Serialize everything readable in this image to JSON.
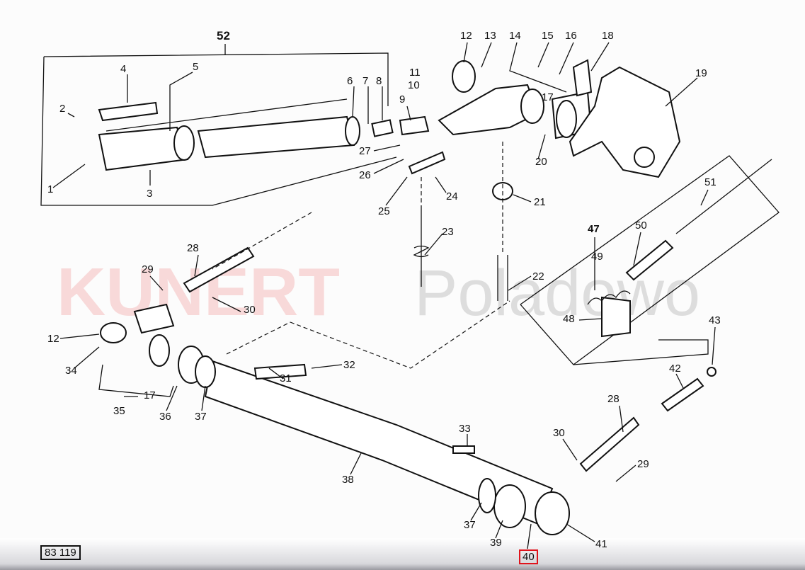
{
  "diagram": {
    "group_label": "52",
    "labels": [
      "1",
      "2",
      "3",
      "4",
      "5",
      "6",
      "7",
      "8",
      "9",
      "10",
      "11",
      "12",
      "13",
      "14",
      "15",
      "16",
      "17",
      "18",
      "19",
      "20",
      "21",
      "22",
      "23",
      "24",
      "25",
      "26",
      "27",
      "28",
      "29",
      "30",
      "12",
      "34",
      "31",
      "32",
      "17",
      "35",
      "36",
      "37",
      "33",
      "38",
      "28",
      "30",
      "29",
      "37",
      "39",
      "41",
      "40",
      "42",
      "43",
      "47",
      "48",
      "49",
      "50",
      "51"
    ]
  },
  "watermark": {
    "brand": "KUNERT",
    "place": "Poladowo"
  },
  "footer": {
    "reference": "83 119",
    "page_number": "40"
  },
  "colors": {
    "highlight": "#e0141c"
  }
}
